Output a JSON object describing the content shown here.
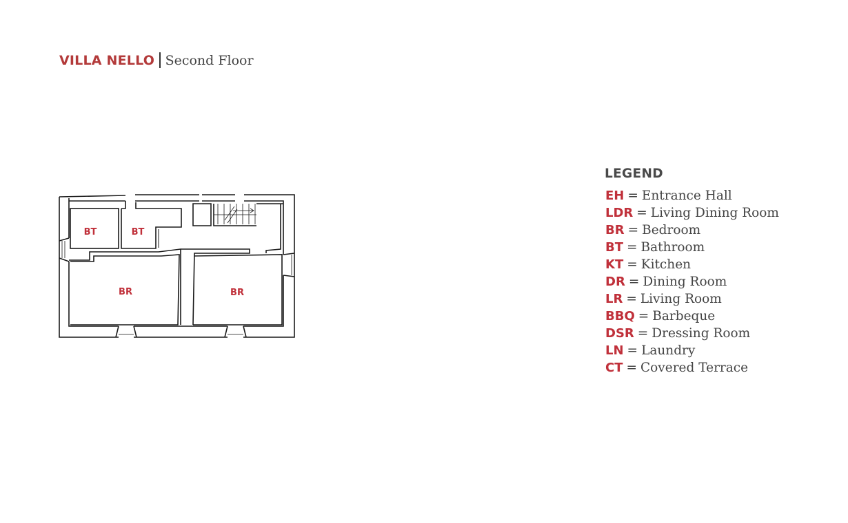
{
  "header": {
    "brand": "VILLA NELLO",
    "floor": "Second Floor"
  },
  "plan": {
    "rooms": [
      {
        "code": "BT"
      },
      {
        "code": "BT"
      },
      {
        "code": "BR"
      },
      {
        "code": "BR"
      }
    ]
  },
  "legend": {
    "heading": "LEGEND",
    "items": [
      {
        "abbr": "EH",
        "desc": "Entrance Hall"
      },
      {
        "abbr": "LDR",
        "desc": "Living Dining Room"
      },
      {
        "abbr": "BR",
        "desc": "Bedroom"
      },
      {
        "abbr": "BT",
        "desc": "Bathroom"
      },
      {
        "abbr": "KT",
        "desc": "Kitchen"
      },
      {
        "abbr": "DR",
        "desc": "Dining Room"
      },
      {
        "abbr": "LR",
        "desc": "Living Room"
      },
      {
        "abbr": "BBQ",
        "desc": "Barbeque"
      },
      {
        "abbr": "DSR",
        "desc": "Dressing Room"
      },
      {
        "abbr": "LN",
        "desc": "Laundry"
      },
      {
        "abbr": "CT",
        "desc": "Covered Terrace"
      }
    ]
  },
  "colors": {
    "accent": "#c0303a",
    "brand": "#b33a3a",
    "text": "#444444"
  }
}
